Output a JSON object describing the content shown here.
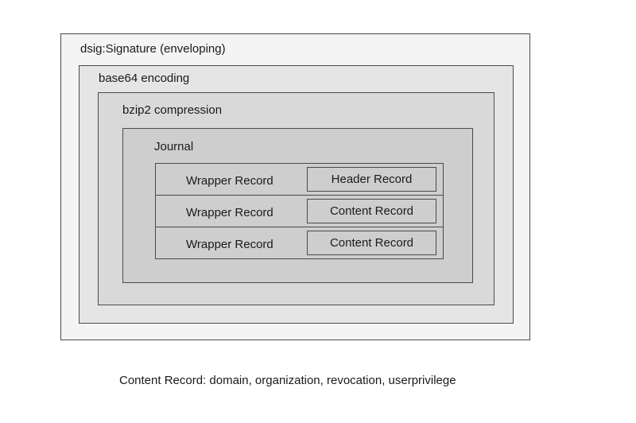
{
  "signature": {
    "label": "dsig:Signature (enveloping)"
  },
  "encoding": {
    "label": "base64 encoding"
  },
  "compression": {
    "label": "bzip2 compression"
  },
  "journal": {
    "label": "Journal",
    "rows": [
      {
        "wrapper": "Wrapper Record",
        "record": "Header Record"
      },
      {
        "wrapper": "Wrapper Record",
        "record": "Content Record"
      },
      {
        "wrapper": "Wrapper Record",
        "record": "Content Record"
      }
    ]
  },
  "footnote": "Content Record: domain, organization, revocation, userprivilege"
}
